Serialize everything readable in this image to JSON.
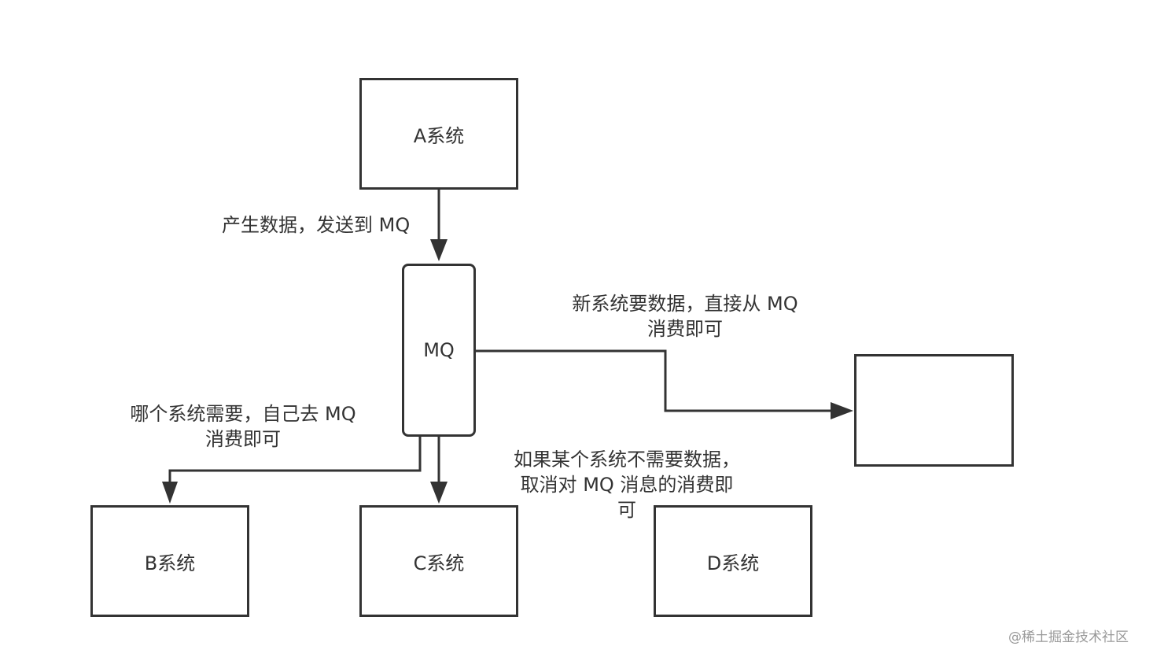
{
  "nodes": {
    "a": "A系统",
    "mq": "MQ",
    "b": "B系统",
    "c": "C系统",
    "d": "D系统",
    "new": ""
  },
  "edges": {
    "a_to_mq": "产生数据，发送到 MQ",
    "mq_to_new_line1": "新系统要数据，直接从 MQ",
    "mq_to_new_line2": "消费即可",
    "mq_to_b_line1": "哪个系统需要，自己去 MQ",
    "mq_to_b_line2": "消费即可",
    "d_note_line1": "如果某个系统不需要数据，",
    "d_note_line2": "取消对 MQ 消息的消费即",
    "d_note_line3": "可"
  },
  "watermark": "@稀土掘金技术社区",
  "colors": {
    "stroke": "#333333",
    "text": "#333333",
    "watermark": "#999999"
  }
}
